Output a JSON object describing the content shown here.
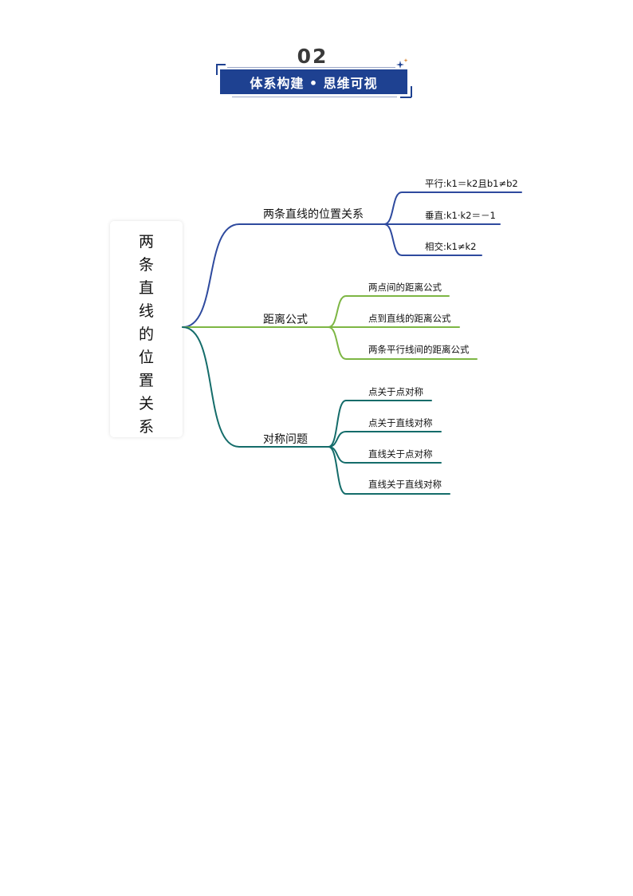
{
  "header": {
    "number": "02",
    "title": "体系构建 • 思维可视"
  },
  "mindmap": {
    "root": "两条直线的位置关系",
    "branches": [
      {
        "label": "两条直线的位置关系",
        "color": "#2e4a9e",
        "children": [
          "平行:k1＝k2且b1≠b2",
          "垂直:k1·k2＝－1",
          "相交:k1≠k2"
        ]
      },
      {
        "label": "距离公式",
        "color": "#7db644",
        "children": [
          "两点间的距离公式",
          "点到直线的距离公式",
          "两条平行线间的距离公式"
        ]
      },
      {
        "label": "对称问题",
        "color": "#146c6a",
        "children": [
          "点关于点对称",
          "点关于直线对称",
          "直线关于点对称",
          "直线关于直线对称"
        ]
      }
    ]
  }
}
